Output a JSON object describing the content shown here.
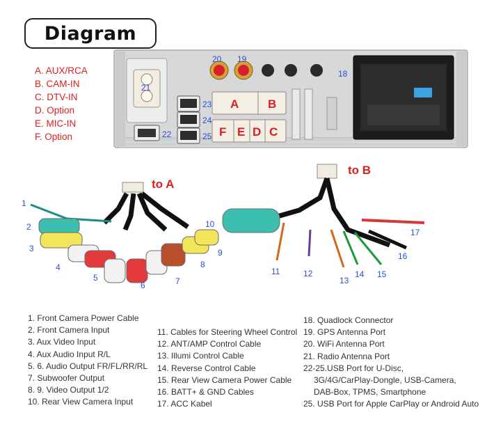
{
  "header": {
    "title": "Diagram"
  },
  "legend": [
    "A. AUX/RCA",
    "B. CAM-IN",
    "C. DTV-IN",
    "D. Option",
    "E. MIC-IN",
    "F. Option"
  ],
  "panel": {
    "port_numbers": {
      "n20": "20",
      "n19": "19",
      "n18": "18",
      "n21": "21",
      "n22": "22",
      "n23": "23",
      "n24": "24",
      "n25": "25"
    },
    "connector_letters": {
      "A": "A",
      "B": "B",
      "C": "C",
      "D": "D",
      "E": "E",
      "F": "F"
    }
  },
  "harness_labels": {
    "to_a": "to A",
    "to_b": "to B",
    "cables": [
      "1",
      "2",
      "3",
      "4",
      "5",
      "6",
      "7",
      "8",
      "9",
      "10",
      "11",
      "12",
      "13",
      "14",
      "15",
      "16",
      "17"
    ]
  },
  "lists": {
    "col1": [
      "1. Front Camera Power Cable",
      "2. Front Camera Input",
      "3. Aux Video Input",
      "4. Aux Audio Input R/L",
      "5. 6. Audio Output FR/FL/RR/RL",
      "7. Subwoofer Output",
      "8. 9. Video Output 1/2",
      "10. Rear View Camera Input"
    ],
    "col2": [
      "11. Cables for Steering Wheel Control",
      "12. ANT/AMP Control Cable",
      "13. Illumi Control Cable",
      "14. Reverse Control Cable",
      "15. Rear View Camera Power Cable",
      "16. BATT+ & GND Cables",
      "17. ACC Kabel"
    ],
    "col3": [
      "18. Quadlock Connector",
      "19. GPS Antenna Port",
      "20. WiFi Antenna Port",
      "21. Radio Antenna Port",
      "22-25.USB Port for U-Disc,",
      "3G/4G/CarPlay-Dongle, USB-Camera,",
      "DAB-Box, TPMS, Smartphone",
      "25. USB Port  for Apple CarPlay or  Android Auto"
    ]
  },
  "colors": {
    "red_text": "#d92020",
    "blue_numbers": "#2a4fd6",
    "panel_gray": "#d6d8da"
  }
}
